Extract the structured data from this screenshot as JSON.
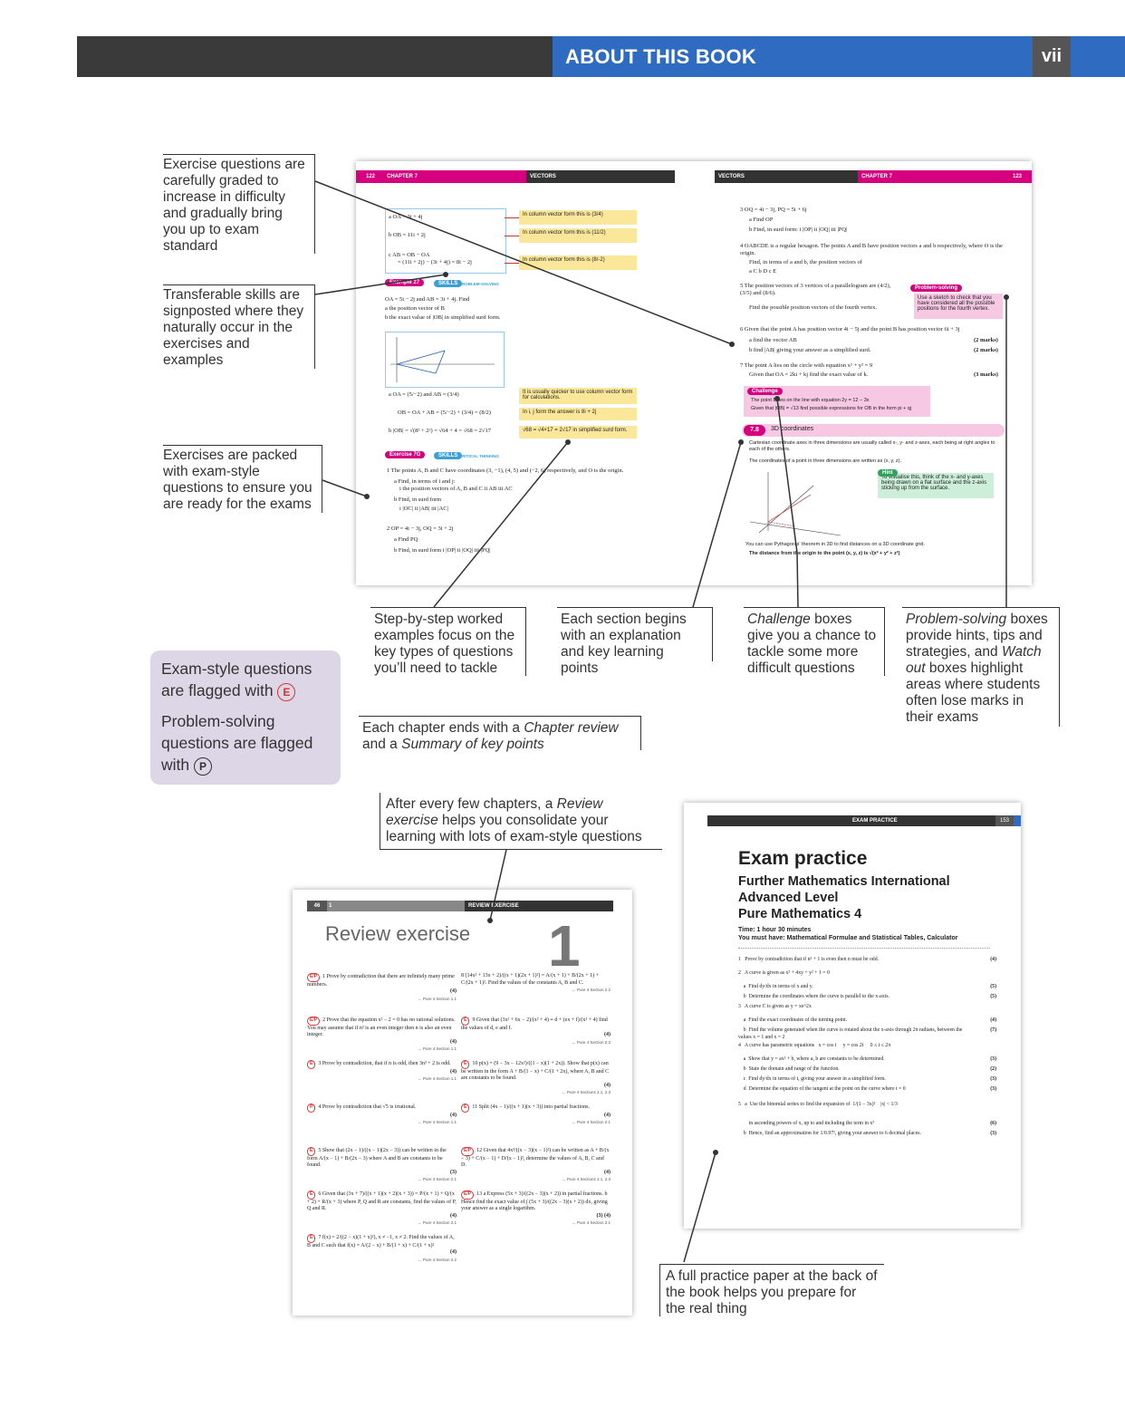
{
  "header": {
    "title": "ABOUT THIS BOOK",
    "page_number": "vii"
  },
  "callouts": {
    "exercise_questions": "Exercise questions are carefully graded to increase in difficulty and gradually bring you up to exam standard",
    "transferable_skills": "Transferable skills are signposted where they naturally occur in the exercises and examples",
    "exercises_packed": "Exercises are packed with exam-style questions to ensure you are ready for the exams",
    "worked_examples": "Step-by-step worked examples focus on the key types of questions you’ll need to tackle",
    "section_begins": "Each section begins with an explanation and key learning points",
    "challenge_em": "Challenge",
    "challenge_rest": " boxes give you a chance to tackle some more difficult questions",
    "problem_solving_em": "Problem-solving",
    "problem_solving_mid": " boxes provide hints, tips and strategies, and ",
    "watch_out_em": "Watch out",
    "problem_solving_end": " boxes highlight areas where students often lose marks in their exams",
    "chapter_ends_1": "Each chapter ends with a ",
    "chapter_review_em": "Chapter review",
    "chapter_ends_2": " and a ",
    "summary_em": "Summary of key points",
    "review_1": "After every few chapters, a ",
    "review_em": "Review exercise",
    "review_2": " helps you consolidate your learning with lots of exam-style questions",
    "full_practice": "A full practice paper at the back of the book helps you prepare for the real thing"
  },
  "flag_box": {
    "exam_text": "Exam-style questions are flagged with",
    "exam_letter": "E",
    "ps_text": "Problem-solving questions are flagged with",
    "ps_letter": "P"
  },
  "spread": {
    "left_page_num": "122",
    "left_chapter": "CHAPTER 7",
    "left_topic": "VECTORS",
    "right_topic": "VECTORS",
    "right_chapter": "CHAPTER 7",
    "right_page_num": "123",
    "example_label": "Example",
    "example_num": "27",
    "skills_label": "SKILLS",
    "skills_ps": "PROBLEM-SOLVING",
    "skills_ct": "CRITICAL THINKING",
    "exercise_label": "Exercise",
    "exercise_num": "7G",
    "col_vector_1": "In column vector form this is (3/4)",
    "col_vector_2": "In column vector form this is (11/2)",
    "col_vector_3": "In column vector form this is (8/-2)",
    "quicker_note": "It is usually quicker to use column vector form for calculations.",
    "ij_note": "In i, j form the answer is 8i + 2j",
    "surd_note": "√68 = √4×17 = 2√17 in simplified surd form.",
    "ps_tag": "Problem-solving",
    "ps_note": "Use a sketch to check that you have considered all the possible positions for the fourth vertex.",
    "challenge_tag": "Challenge",
    "challenge_1": "The point B lies on the line with equation 2y = 12 − 3x",
    "challenge_2": "Given that |OB| = √13 find possible expressions for OB in the form pi + qj",
    "section_num": "7.8",
    "section_title": "3D coordinates",
    "section_text": "Cartesian coordinate axes in three dimensions are usually called x-, y- and z-axes, each being at right angles to each of the others.",
    "section_text2": "The coordinates of a point in three dimensions are written as (x, y, z).",
    "hint_tag": "Hint",
    "hint_note": "To visualise this, think of the x- and y-axes being drawn on a flat surface and the z-axis sticking up from the surface.",
    "pythag": "You can use Pythagoras’ theorem in 3D to find distances on a 3D coordinate grid.",
    "distance": "The distance from the origin to the point (x, y, z) is √(x² + y² + z²)",
    "q3": "3  OQ = 4i − 3j, PQ = 5i + 6j",
    "q3a": "a  Find OP",
    "q3b": "b  Find, in surd form:   i  |OP|      ii  |OQ|      iii  |PQ|",
    "q4": "4  OABCDE is a regular hexagon. The points A and B have position vectors a and b respectively, where O is the origin.",
    "q4b": "Find, in terms of a and b, the position vectors of",
    "q4c": "a  C                   b  D                   c  E",
    "q5": "5  The position vectors of 3 vertices of a parallelogram are (4/2), (3/5) and (8/6).",
    "q5b": "Find the possible position vectors of the fourth vertex.",
    "q6": "6  Given that the point A has position vector 4i − 5j and the point B has position vector 6i + 3j",
    "q6a": "a  find the vector AB",
    "q6b": "b  find |AB| giving your answer as a simplified surd.",
    "q7": "7  The point A lies on the circle with equation x² + y² = 9",
    "q7b": "Given that OA = 2ki + kj find the exact value of k.",
    "marks2": "(2 marks)",
    "marks3": "(3 marks)",
    "ex1": "1  The points A, B and C have coordinates (3, −1), (4, 5) and (−2, 6) respectively, and O is the origin.",
    "ex1a": "a  Find, in terms of i and j:",
    "ex1ai": "i  the position vectors of A, B and C       ii  AB       iii  AC",
    "ex1b": "b  Find, in surd form",
    "ex1bi": "i  |OC|        ii  |AB|        iii  |AC|",
    "ex2": "2  OP = 4i − 3j, OQ = 3i + 2j",
    "ex2a": "a  Find PQ",
    "ex2b": "b  Find, in surd form   i  |OP|      ii  |OQ|      iii  |PQ|",
    "wa": "a  OA = 3i + 4j",
    "wb": "b  OB = 11i + 2j",
    "wc": "c  AB = OB − OA",
    "wc2": "= (11i + 2j) − (3i + 4j) = 8i − 2j",
    "ex_given": "OA = 5i − 2j and AB = 3i + 4j. Find",
    "ex_a": "a  the position vector of B",
    "ex_b": "b  the exact value of |OB| in simplified surd form.",
    "sol_a": "a  OA = (5/−2) and AB = (3/4)",
    "sol_b": "OB = OA + AB = (5/−2) + (3/4) = (8/2)",
    "sol_c": "b  |OB| = √(8² + 2²) = √64 + 4 = √68 = 2√17"
  },
  "review": {
    "header_num": "46",
    "header_chapter": "1",
    "header_label": "REVIEW EXERCISE",
    "title": "Review exercise",
    "big_number": "1",
    "left_questions": [
      {
        "flag": "E/P",
        "text": "1  Prove by contradiction that there are infinitely many prime numbers.",
        "marks": "(4)",
        "ref": "← Pure 4 Section 1.1"
      },
      {
        "flag": "E/P",
        "text": "2  Prove that the equation x² − 2 = 0 has no rational solutions. You may assume that if n² is an even integer then n is also an even integer.",
        "marks": "(4)",
        "ref": "← Pure 4 Section 1.1"
      },
      {
        "flag": "E",
        "text": "3  Prove by contradiction, that if n is odd, then 3n³ + 2 is odd.",
        "marks": "(4)",
        "ref": "← Pure 4 Section 1.1"
      },
      {
        "flag": "P",
        "text": "4  Prove by contradiction that √5 is irrational.",
        "marks": "(4)",
        "ref": "← Pure 4 Section 1.1"
      },
      {
        "flag": "E",
        "text": "5  Show that (2x − 1)/((x − 1)(2x − 3)) can be written in the form A/(x − 1) + B/(2x − 3) where A and B are constants to be found.",
        "marks": "(3)",
        "ref": "← Pure 4 Section 2.1"
      },
      {
        "flag": "E",
        "text": "6  Given that (3x + 7)/((x + 1)(x + 2)(x + 3)) = P/(x + 1) + Q/(x + 2) + R/(x + 3) where P, Q and R are constants, find the values of P, Q and R.",
        "marks": "(4)",
        "ref": "← Pure 4 Section 2.1"
      },
      {
        "flag": "E",
        "text": "7  f(x) = 2/((2 − x)(1 + x)²), x ≠ −1, x ≠ 2. Find the values of A, B and C such that f(x) = A/(2 − x) + B/(1 + x) + C/(1 + x)²",
        "marks": "(4)",
        "ref": "← Pure 4 Section 2.2"
      }
    ],
    "right_questions": [
      {
        "flag": "",
        "text": "8  (14x² + 13x + 2)/((x + 1)(2x + 1)²) = A/(x + 1) + B/(2x + 1) + C/(2x + 1)². Find the values of the constants A, B and C.",
        "marks": "",
        "ref": "← Pure 4 Section 2.2"
      },
      {
        "flag": "E",
        "text": "9  Given that (3x² + 6x − 2)/(x² + 4) ≡ d + (ex + f)/(x² + 4) find the values of d, e and f.",
        "marks": "(4)",
        "ref": "← Pure 4 Section 2.3"
      },
      {
        "flag": "E",
        "text": "10  p(x) = (9 − 3x − 12x²)/((1 − x)(1 + 2x)). Show that p(x) can be written in the form A + B/(1 − x) + C/(1 + 2x), where A, B and C are constants to be found.",
        "marks": "(4)",
        "ref": "← Pure 4 Sections 2.1, 2.3"
      },
      {
        "flag": "E",
        "text": "11  Split (4x − 1)/((x + 1)(x + 3)) into partial fractions.",
        "marks": "(4)",
        "ref": "← Pure 4 Section 2.1"
      },
      {
        "flag": "E/P",
        "text": "12  Given that 4x³/((x − 3)(x − 1)²) can be written as A + B/(x − 3) + C/(x − 1) + D/(x − 1)², determine the values of A, B, C and D.",
        "marks": "(4)",
        "ref": "← Pure 4 Sections 2.1, 2.3"
      },
      {
        "flag": "E/P",
        "text": "13  a  Express (5x + 3)/((2x − 3)(x + 2)) in partial fractions.  b  Hence find the exact value of ∫ (5x + 3)/((2x − 3)(x + 2)) dx, giving your answer as a single logarithm.",
        "marks": "(3) (4)",
        "ref": "← Pure 4 Section 2.1"
      }
    ]
  },
  "exam": {
    "header_label": "EXAM PRACTICE",
    "header_num": "153",
    "title": "Exam practice",
    "subtitle_1": "Further Mathematics International",
    "subtitle_2": "Advanced Level",
    "subtitle_3": "Pure Mathematics 4",
    "time": "Time: 1 hour 30 minutes",
    "must_have": "You must have: Mathematical Formulae and Statistical Tables, Calculator",
    "questions": [
      {
        "text": "1   Prove by contradiction that if n² + 1 is even then n must be odd.",
        "marks": "(4)"
      },
      {
        "text": "2   A curve is given as x² + 4xy + y² + 1 = 0",
        "marks": ""
      },
      {
        "text": "    a  Find dy/dx in terms of x and y.",
        "marks": "(5)"
      },
      {
        "text": "    b  Determine the coordinates where the curve is parallel to the x-axis.",
        "marks": "(5)"
      },
      {
        "text": "3   A curve C is given as y = xe^2x",
        "marks": ""
      },
      {
        "text": "    a  Find the exact coordinates of the turning point.",
        "marks": "(4)"
      },
      {
        "text": "    b  Find the volume generated when the curve is rotated about the x-axis through 2π radians, between the values x = 1 and x = 2",
        "marks": "(7)"
      },
      {
        "text": "4   A curve has parametric equations   x = cos t     y = cos 2t     0 ≤ t ≤ 2π",
        "marks": ""
      },
      {
        "text": "    a  Show that y = ax² + b, where a, b are constants to be determined.",
        "marks": "(3)"
      },
      {
        "text": "    b  State the domain and range of the function.",
        "marks": "(2)"
      },
      {
        "text": "    c  Find dy/dx in terms of t, giving your answer in a simplified form.",
        "marks": "(3)"
      },
      {
        "text": "    d  Determine the equation of the tangent at the point on the curve where t = 0",
        "marks": "(3)"
      },
      {
        "text": "5   a  Use the binomial series to find the expansion of  1/(1 − 3x)²    |x| < 1/3",
        "marks": ""
      },
      {
        "text": "        in ascending powers of x, up to and including the term in x³",
        "marks": "(6)"
      },
      {
        "text": "    b  Hence, find an approximation for 1/0.97², giving your answer to 6 decimal places.",
        "marks": "(3)"
      }
    ]
  }
}
